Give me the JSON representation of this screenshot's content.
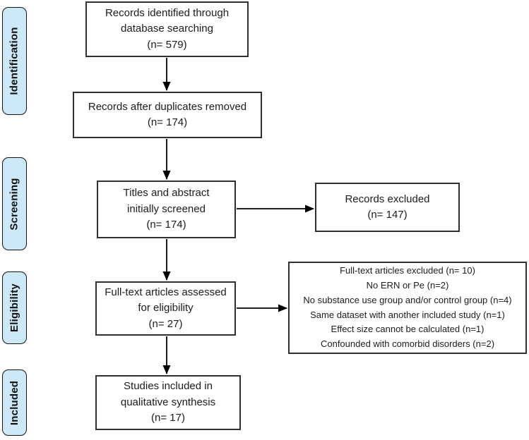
{
  "diagram": {
    "background_color": "#ffffff",
    "box_border_color": "#2f2f2f",
    "sidebar_fill_color": "#cde9f7",
    "arrow_color": "#000000"
  },
  "sidebar": {
    "items": [
      {
        "label": "Identification"
      },
      {
        "label": "Screening"
      },
      {
        "label": "Eligibility"
      },
      {
        "label": "Included"
      }
    ]
  },
  "flow": {
    "identified": "Records identified through\ndatabase searching\n(n= 579)",
    "deduplicated": "Records after duplicates removed\n(n= 174)",
    "screened": "Titles and abstract\ninitially screened\n(n= 174)",
    "records_excluded": "Records excluded\n(n= 147)",
    "fulltext_assessed": "Full-text articles assessed\nfor eligibility\n(n= 27)",
    "fulltext_excluded": "Full-text articles excluded (n= 10)\nNo ERN or Pe (n=2)\nNo substance use group and/or control group (n=4)\nSame dataset with another included study (n=1)\nEffect size cannot be calculated (n=1)\nConfounded with comorbid disorders (n=2)",
    "included_qualitative": "Studies included in\nqualitative synthesis\n(n= 17)"
  }
}
